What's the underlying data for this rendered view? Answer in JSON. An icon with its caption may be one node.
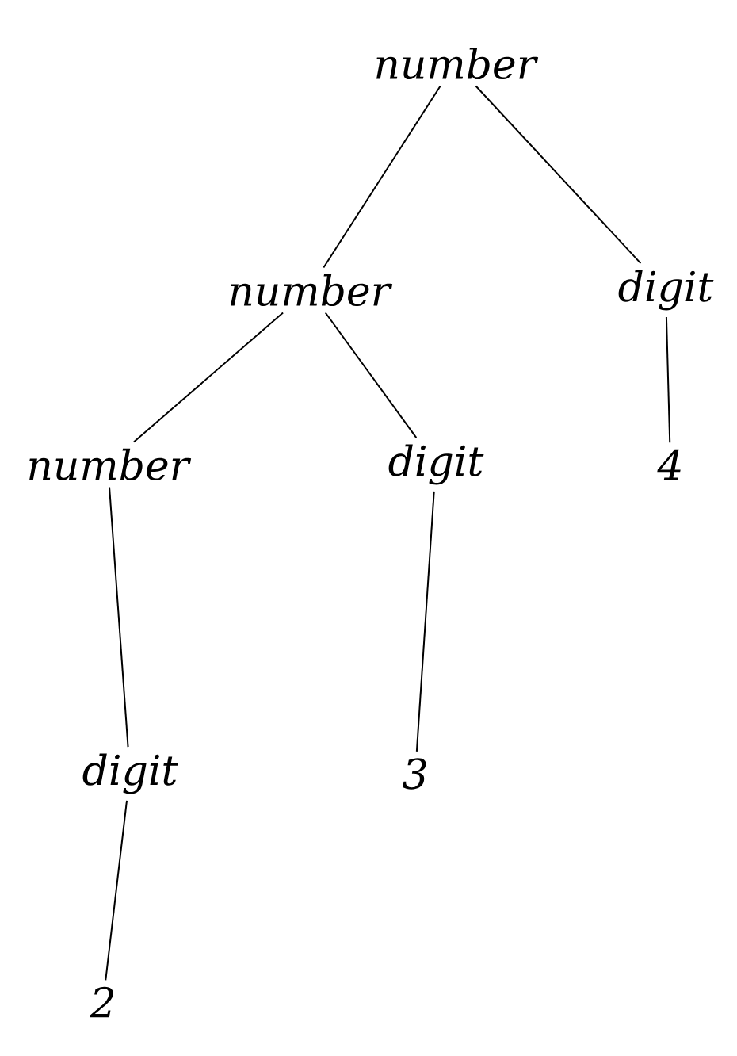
{
  "diagram": {
    "nodes": [
      {
        "text": [
          "number"
        ]
      },
      {
        "text": [
          "number"
        ]
      },
      {
        "text": [
          "digit"
        ]
      },
      {
        "text": [
          "number"
        ]
      },
      {
        "text": [
          "digit"
        ]
      },
      {
        "text": [
          "4"
        ]
      },
      {
        "text": [
          "digit"
        ]
      },
      {
        "text": [
          "3"
        ]
      },
      {
        "text": [
          "2"
        ]
      }
    ],
    "edges": [
      {
        "from": 0,
        "to": 1,
        "arrow": "none"
      },
      {
        "from": 0,
        "to": 2,
        "arrow": "none"
      },
      {
        "from": 1,
        "to": 3,
        "arrow": "none"
      },
      {
        "from": 1,
        "to": 4,
        "arrow": "none"
      },
      {
        "from": 2,
        "to": 5,
        "arrow": "none"
      },
      {
        "from": 3,
        "to": 6,
        "arrow": "none"
      },
      {
        "from": 4,
        "to": 7,
        "arrow": "none"
      },
      {
        "from": 6,
        "to": 8,
        "arrow": "none"
      }
    ]
  }
}
